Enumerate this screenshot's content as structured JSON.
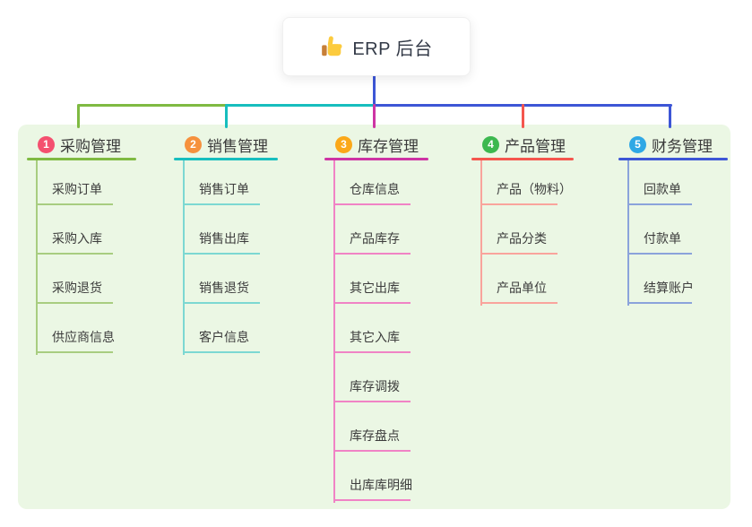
{
  "root": {
    "label": "ERP 后台",
    "icon": "thumbs-up"
  },
  "colors": {
    "stem": "#3D56D6",
    "panel_bg": "#EBF7E4",
    "card_bg": "#FFFFFF",
    "root_text": "#333A47"
  },
  "branches": [
    {
      "number": "1",
      "label": "采购管理",
      "badge_color": "#F4506F",
      "line_color": "#7FBA42",
      "child_line_color": "#A8CD80",
      "children": [
        {
          "label": "采购订单"
        },
        {
          "label": "采购入库"
        },
        {
          "label": "采购退货"
        },
        {
          "label": "供应商信息"
        }
      ]
    },
    {
      "number": "2",
      "label": "销售管理",
      "badge_color": "#F6913D",
      "line_color": "#17BEBE",
      "child_line_color": "#7CD8D2",
      "children": [
        {
          "label": "销售订单"
        },
        {
          "label": "销售出库"
        },
        {
          "label": "销售退货"
        },
        {
          "label": "客户信息"
        }
      ]
    },
    {
      "number": "3",
      "label": "库存管理",
      "badge_color": "#FBA819",
      "line_color": "#CE34A4",
      "child_line_color": "#F083C5",
      "children": [
        {
          "label": "仓库信息"
        },
        {
          "label": "产品库存"
        },
        {
          "label": "其它出库"
        },
        {
          "label": "其它入库"
        },
        {
          "label": "库存调拨"
        },
        {
          "label": "库存盘点"
        },
        {
          "label": "出库库明细"
        }
      ]
    },
    {
      "number": "4",
      "label": "产品管理",
      "badge_color": "#3CB84F",
      "line_color": "#F4564E",
      "child_line_color": "#F9A49C",
      "children": [
        {
          "label": "产品（物料）"
        },
        {
          "label": "产品分类"
        },
        {
          "label": "产品单位"
        }
      ]
    },
    {
      "number": "5",
      "label": "财务管理",
      "badge_color": "#2FA8E5",
      "line_color": "#3D56D6",
      "child_line_color": "#8BA3DB",
      "children": [
        {
          "label": "回款单"
        },
        {
          "label": "付款单"
        },
        {
          "label": "结算账户"
        }
      ]
    }
  ]
}
